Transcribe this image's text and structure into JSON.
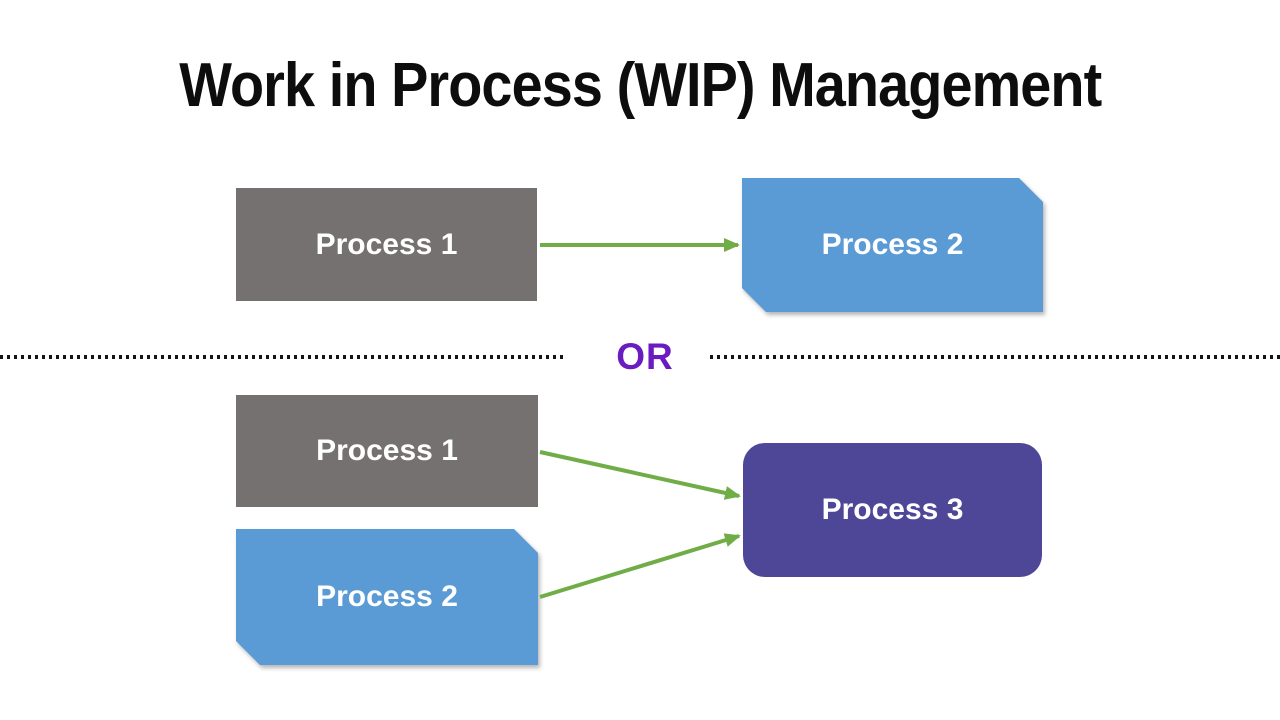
{
  "title": "Work in Process (WIP) Management",
  "divider": {
    "or_label": "OR"
  },
  "diagram": {
    "option_a": {
      "boxes": [
        {
          "label": "Process 1",
          "shape": "rectangle",
          "color": "#767171"
        },
        {
          "label": "Process 2",
          "shape": "snip-diagonal-corner-rectangle",
          "color": "#5B9BD5"
        }
      ],
      "arrows": [
        {
          "from": "Process 1",
          "to": "Process 2"
        }
      ]
    },
    "option_b": {
      "boxes": [
        {
          "label": "Process 1",
          "shape": "rectangle",
          "color": "#767171"
        },
        {
          "label": "Process 2",
          "shape": "snip-diagonal-corner-rectangle",
          "color": "#5B9BD5"
        },
        {
          "label": "Process 3",
          "shape": "rounded-rectangle",
          "color": "#4E4798"
        }
      ],
      "arrows": [
        {
          "from": "Process 1",
          "to": "Process 3"
        },
        {
          "from": "Process 2",
          "to": "Process 3"
        }
      ]
    }
  },
  "colors": {
    "arrow_green": "#70AD47",
    "or_purple": "#6A1CC1",
    "divider_black": "#141414",
    "title_black": "#0D0D0D",
    "box_text_white": "#FFFFFF"
  }
}
